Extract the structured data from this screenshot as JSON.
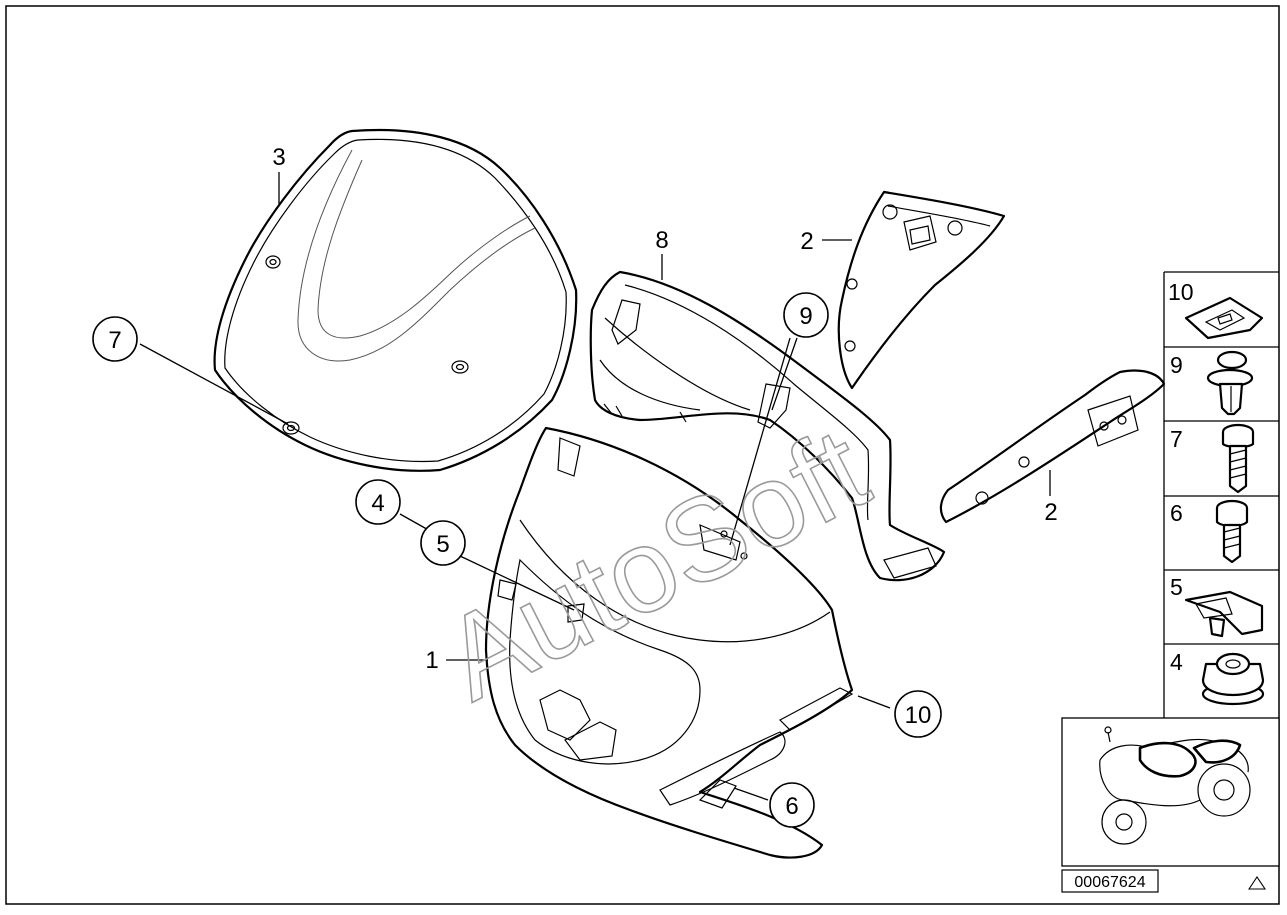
{
  "diagram": {
    "watermark": "AutoSoft",
    "reference_number": "00067624",
    "callouts": [
      {
        "id": "c1",
        "label": "1",
        "circled": false
      },
      {
        "id": "c2a",
        "label": "2",
        "circled": false
      },
      {
        "id": "c2b",
        "label": "2",
        "circled": false
      },
      {
        "id": "c3",
        "label": "3",
        "circled": false
      },
      {
        "id": "c4",
        "label": "4",
        "circled": true
      },
      {
        "id": "c5",
        "label": "5",
        "circled": true
      },
      {
        "id": "c6",
        "label": "6",
        "circled": true
      },
      {
        "id": "c7",
        "label": "7",
        "circled": true
      },
      {
        "id": "c8",
        "label": "8",
        "circled": false
      },
      {
        "id": "c9",
        "label": "9",
        "circled": true
      },
      {
        "id": "c10",
        "label": "10",
        "circled": true
      }
    ],
    "small_parts": [
      {
        "label": "10",
        "icon": "nut-clip-icon"
      },
      {
        "label": "9",
        "icon": "expansion-rivet-icon"
      },
      {
        "label": "7",
        "icon": "long-screw-icon"
      },
      {
        "label": "6",
        "icon": "short-screw-icon"
      },
      {
        "label": "5",
        "icon": "spring-clip-icon"
      },
      {
        "label": "4",
        "icon": "rubber-grommet-icon"
      }
    ],
    "locator_icon": "motorcycle-outline-icon",
    "corner_icon": "triangle-icon"
  }
}
